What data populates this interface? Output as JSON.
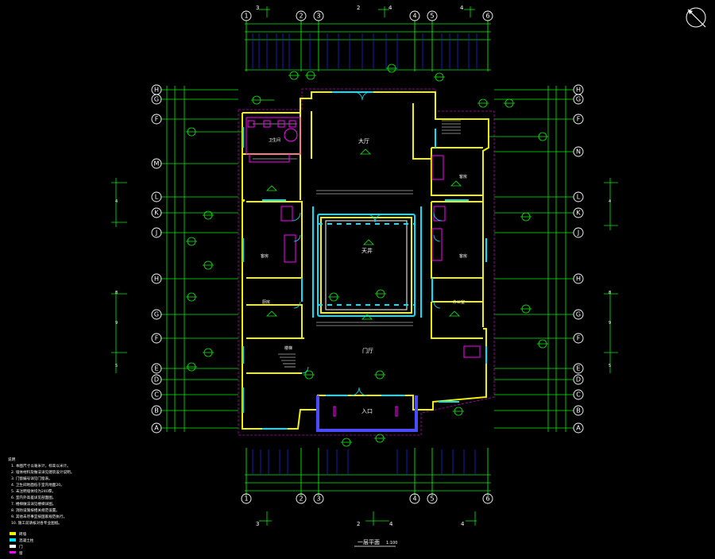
{
  "drawing": {
    "title": "一层平面",
    "scale": "1:100",
    "north_arrow_icon": "north-arrow-icon",
    "colors": {
      "background": "#000000",
      "axis": "#ffffff",
      "dimension": "#00ee00",
      "grid": "#2222dd",
      "wall": "#f2f200",
      "window": "#00e5ff",
      "fixture": "#ff00ff"
    }
  },
  "axes": {
    "vertical_labels": [
      "1",
      "2",
      "3",
      "4",
      "5",
      "6"
    ],
    "horizontal_labels_left": [
      "H",
      "G",
      "F",
      "M",
      "L",
      "K",
      "J",
      "H",
      "G",
      "F",
      "E",
      "D",
      "C",
      "B",
      "A"
    ],
    "horizontal_labels_right": [
      "H",
      "G",
      "F",
      "N",
      "L",
      "K",
      "J",
      "H",
      "G",
      "F",
      "E",
      "D",
      "C",
      "B",
      "A"
    ]
  },
  "rooms": {
    "main_hall": "大厅",
    "courtyard": "天井",
    "lobby": "门厅",
    "entry": "入口",
    "bath_1": "卫生间",
    "room_1": "客房",
    "room_2": "客房",
    "room_3": "客房",
    "kitchen": "厨房",
    "office": "办公室",
    "stair": "楼梯"
  },
  "notes": {
    "heading": "说明",
    "lines": [
      "1. 本图尺寸以毫米计，标高以米计。",
      "2. 墙体材料及做法详见建筑设计说明。",
      "3. 门窗编号详见门窗表。",
      "4. 卫生间地面低于室内地面20。",
      "5. 未注明墙体均为240厚。",
      "6. 室内外高差详见剖面图。",
      "7. 楼梯做法详见楼梯详图。",
      "8. 消防设施按相关规范设置。",
      "9. 其他未尽事宜按国家规范执行。",
      "10. 施工前请核对各专业图纸。"
    ],
    "legend": [
      "砖墙",
      "混凝土柱",
      "门",
      "窗"
    ]
  }
}
